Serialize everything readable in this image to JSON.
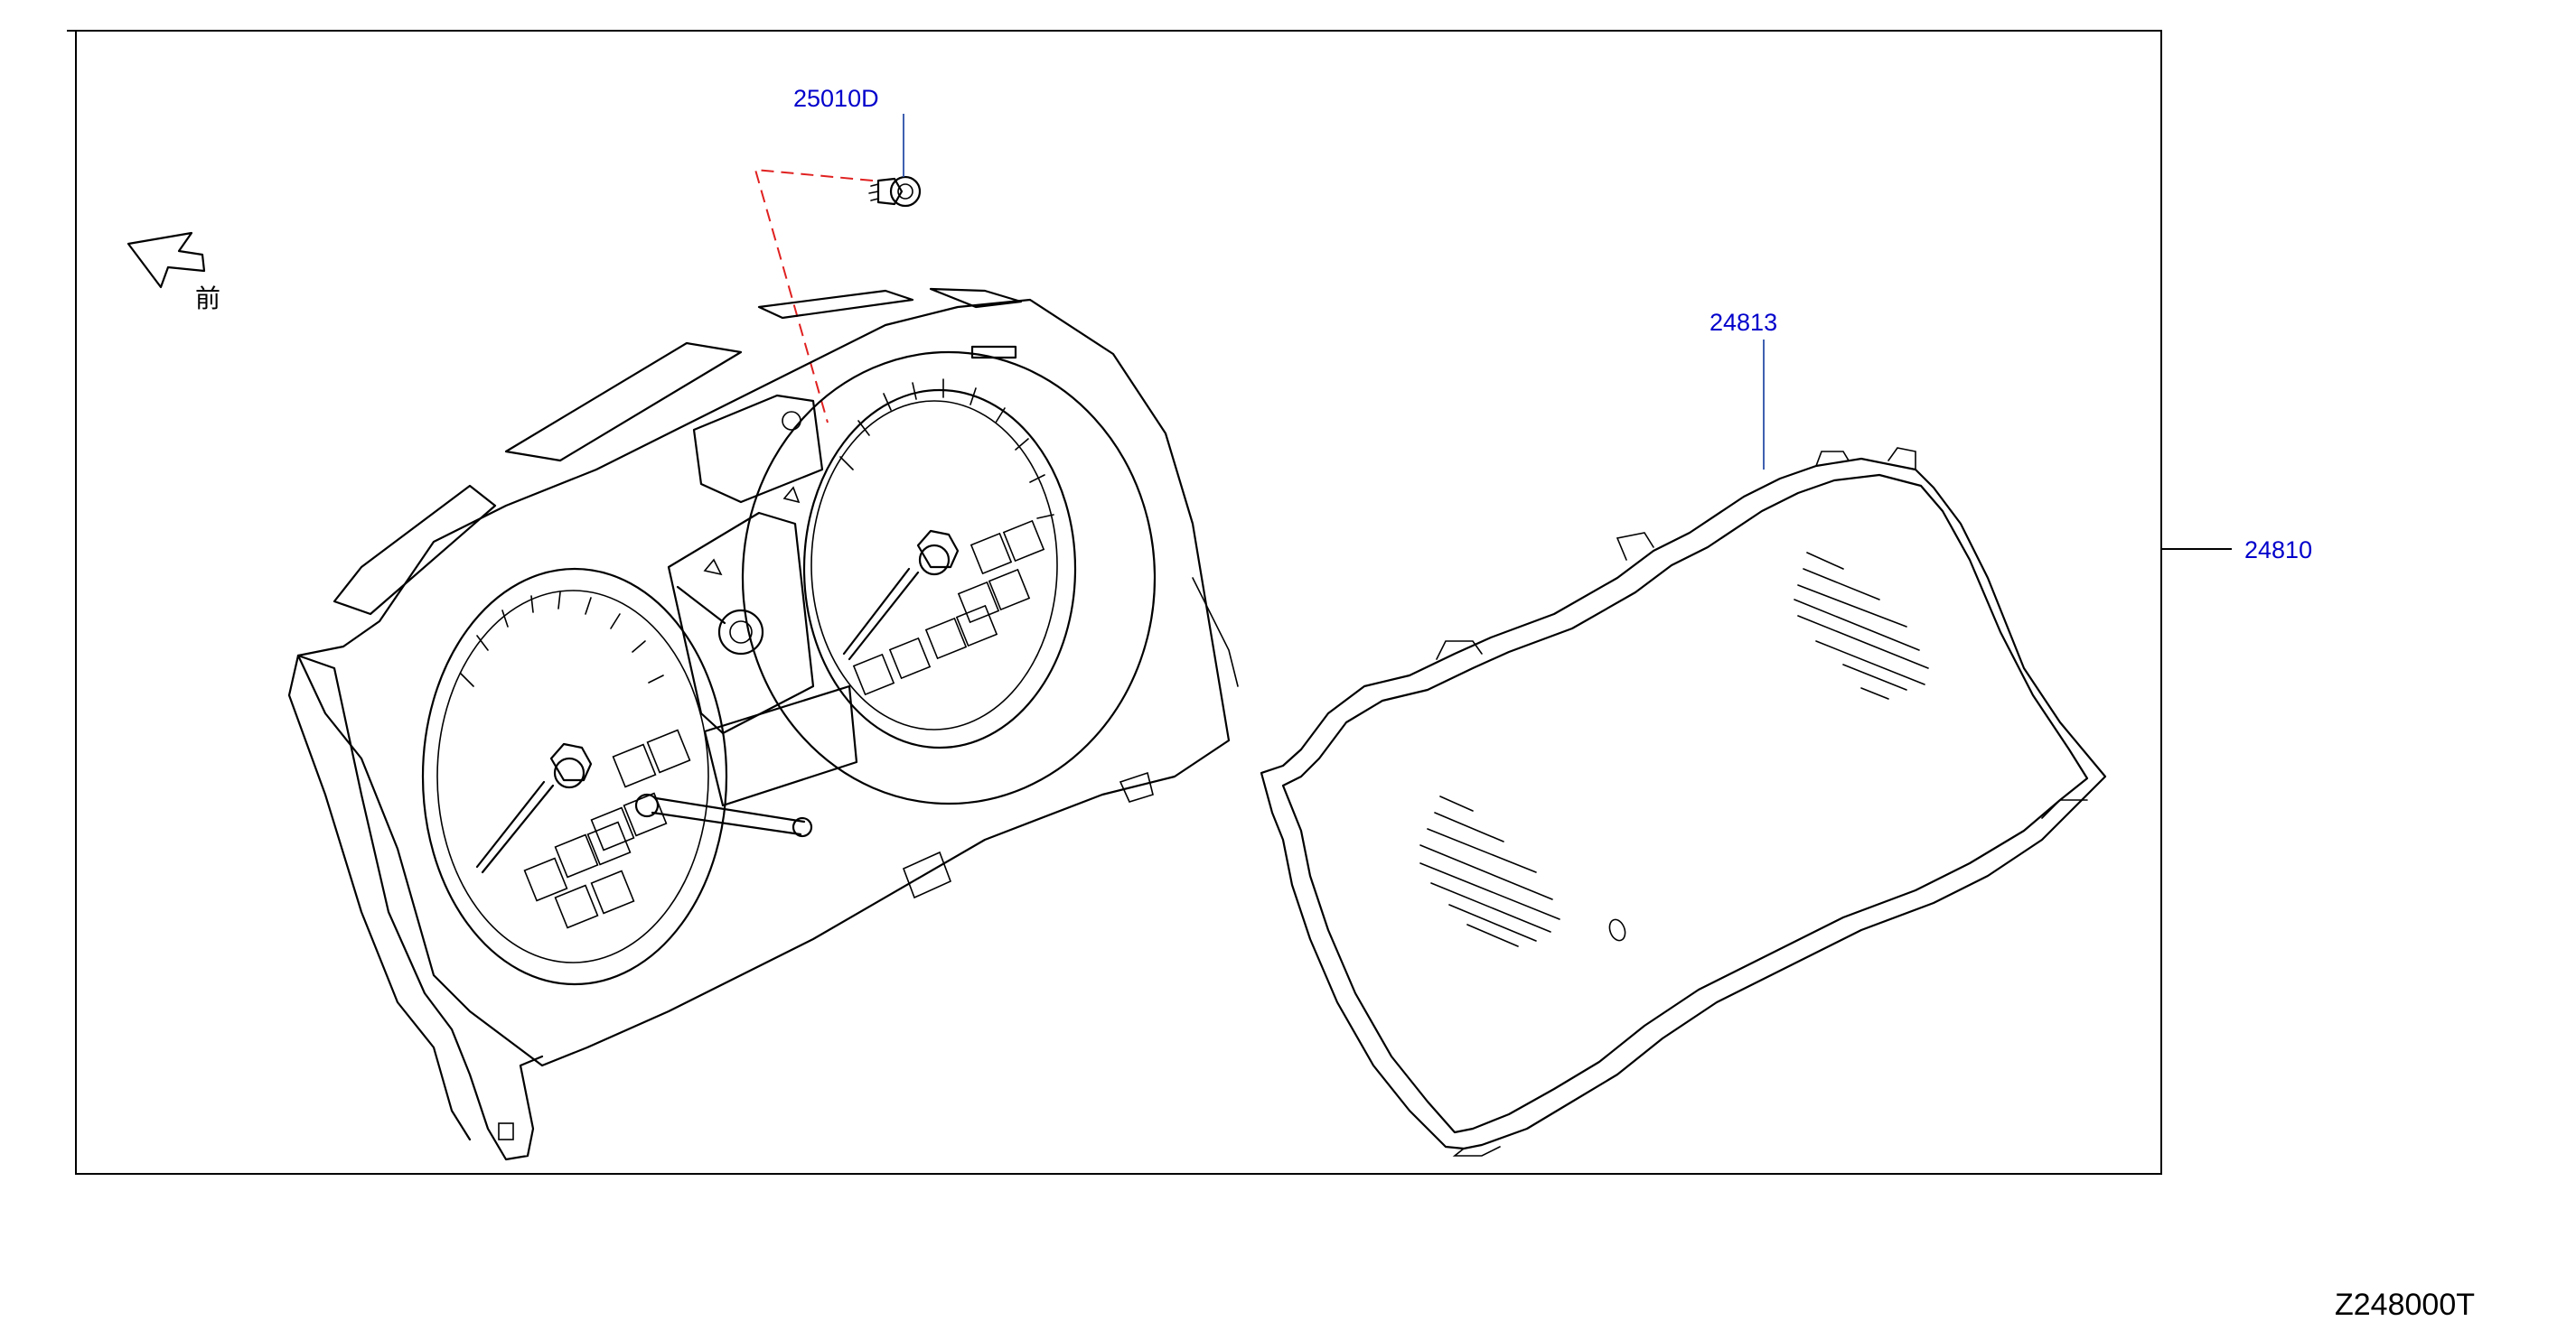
{
  "diagram": {
    "diagram_code": "Z248000T",
    "front_label": "前",
    "parts": [
      {
        "part_number": "25010D",
        "role": "screw"
      },
      {
        "part_number": "24813",
        "role": "cover-lens"
      },
      {
        "part_number": "24810",
        "role": "instrument-cluster-assembly"
      }
    ]
  },
  "colors": {
    "callout_text": "#0000cc",
    "leader_line": "#2a4ea8",
    "dashed_guide": "#e02020",
    "outline": "#000000"
  },
  "icons": [
    "front-direction-arrow-icon",
    "screw-icon"
  ]
}
